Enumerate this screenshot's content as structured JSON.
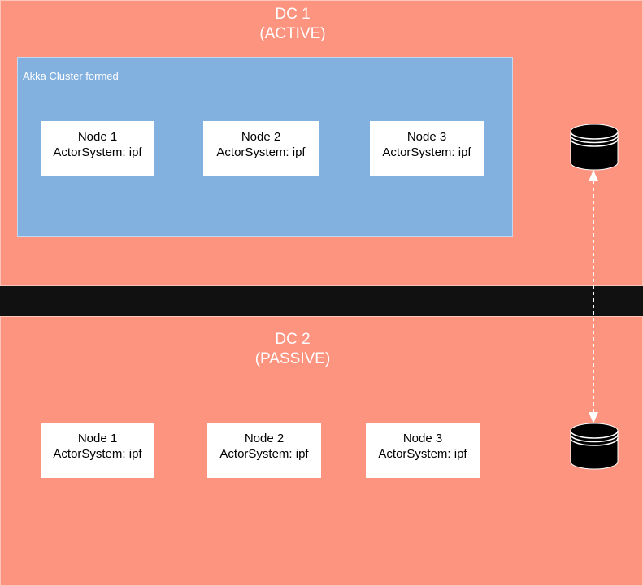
{
  "colors": {
    "region_fill": "#fc9480",
    "cluster_fill": "#82b1e0",
    "separator_fill": "#111111",
    "node_fill": "#ffffff",
    "title_text": "#ffffff",
    "node_text": "#000000",
    "connector": "#ffffff",
    "database_fill": "#000000"
  },
  "dc1": {
    "title": "DC 1",
    "subtitle": "(ACTIVE)",
    "cluster_label": "Akka Cluster formed",
    "nodes": [
      {
        "name": "Node 1",
        "system": "ActorSystem: ipf"
      },
      {
        "name": "Node 2",
        "system": "ActorSystem: ipf"
      },
      {
        "name": "Node 3",
        "system": "ActorSystem: ipf"
      }
    ]
  },
  "dc2": {
    "title": "DC 2",
    "subtitle": "(PASSIVE)",
    "nodes": [
      {
        "name": "Node 1",
        "system": "ActorSystem: ipf"
      },
      {
        "name": "Node 2",
        "system": "ActorSystem: ipf"
      },
      {
        "name": "Node 3",
        "system": "ActorSystem: ipf"
      }
    ]
  },
  "icons": {
    "dc1_database": "database-icon",
    "dc2_database": "database-icon",
    "connector_style": "dashed-vertical-double-arrow"
  }
}
